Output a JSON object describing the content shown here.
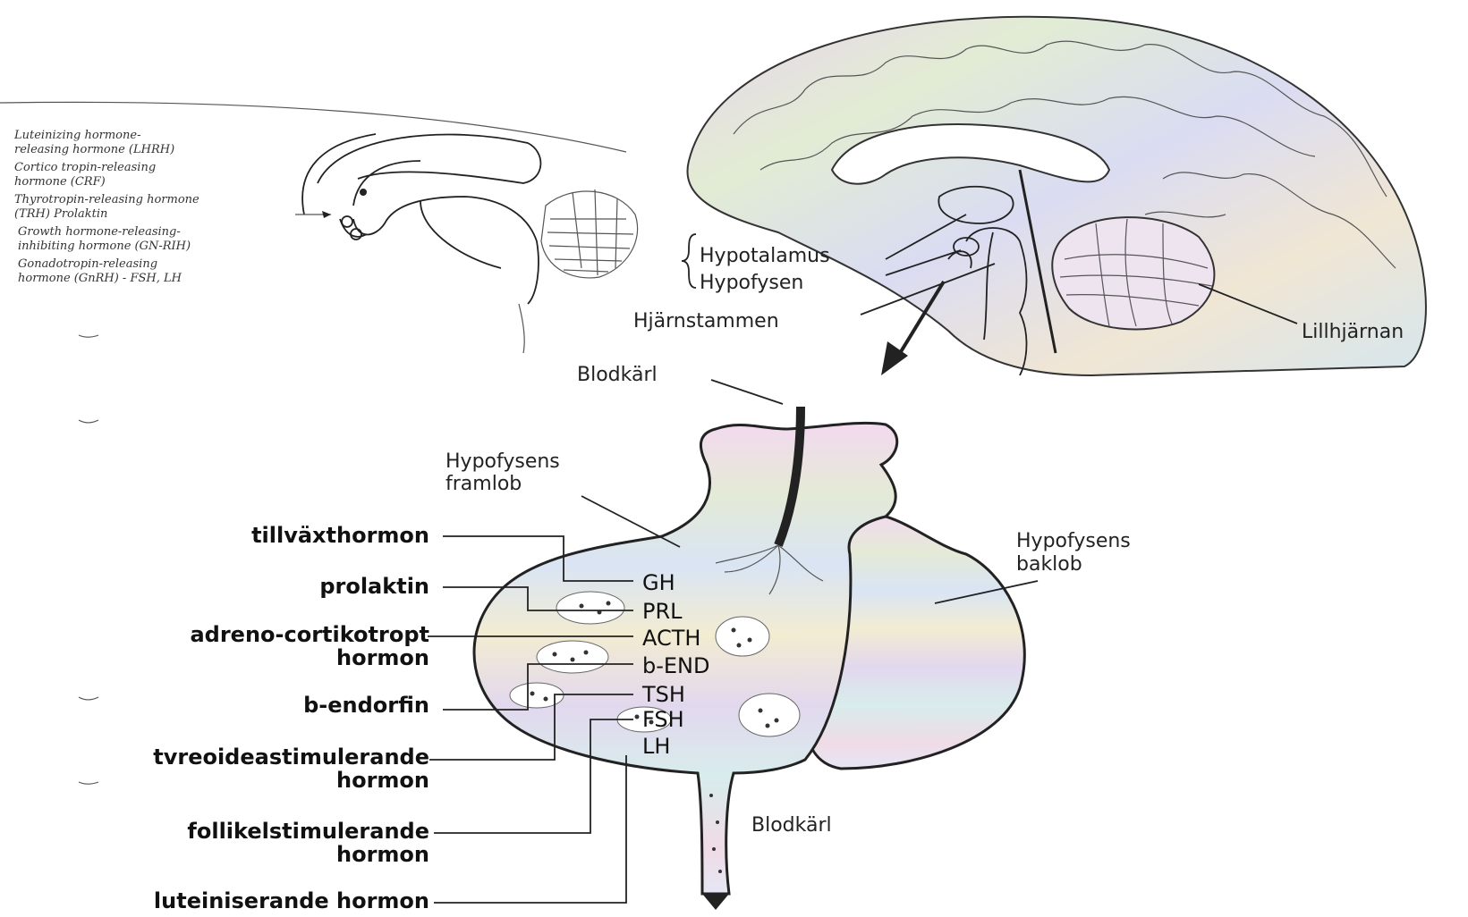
{
  "releasing_hormones": [
    [
      "Luteinizing hormone-",
      "releasing hormone (LHRH)"
    ],
    [
      "Cortico tropin-releasing",
      "hormone (CRF)"
    ],
    [
      "Thyrotropin-releasing hormone",
      "(TRH) Prolaktin"
    ],
    [
      "Growth hormone-releasing-",
      "inhibiting hormone (GN-RIH)"
    ],
    [
      "Gonadotropin-releasing",
      "hormone (GnRH) - FSH, LH"
    ]
  ],
  "brain_labels": {
    "hypotalamus": "Hypotalamus",
    "hypofysen": "Hypofysen",
    "hjarnstammen": "Hjärnstammen",
    "lillhjarnan": "Lillhjärnan",
    "blodkarl_top": "Blodkärl"
  },
  "pituitary_labels": {
    "framlob": [
      "Hypofysens",
      "framlob"
    ],
    "baklob": [
      "Hypofysens",
      "baklob"
    ],
    "blodkarl_bottom": "Blodkärl"
  },
  "hormone_abbrevs": [
    "GH",
    "PRL",
    "ACTH",
    "b-END",
    "TSH",
    "FSH",
    "LH"
  ],
  "hormone_names": [
    [
      "tillväxthormon"
    ],
    [
      "prolaktin"
    ],
    [
      "adreno-cortikotropt",
      "hormon"
    ],
    [
      "b-endorfin"
    ],
    [
      "tvreoideastimulerande",
      "hormon"
    ],
    [
      "follikelstimulerande",
      "hormon"
    ],
    [
      "luteiniserande hormon"
    ]
  ]
}
